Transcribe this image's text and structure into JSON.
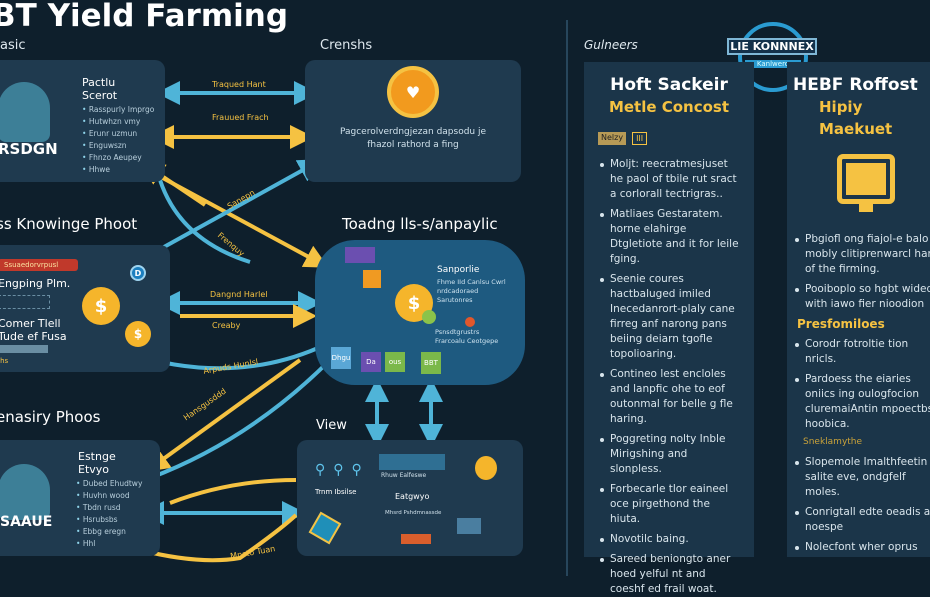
{
  "title": "BT Yield Farming",
  "sections": {
    "top_left": "asic",
    "top_mid": "Crenshs",
    "mid_left": "ss Knowinge Phoot",
    "mid_center": "Toadng lls-s/anpaylic",
    "bottom_left": "enasiry Phoos",
    "bottom_center": "View",
    "right": "Gulneers"
  },
  "panel_a": {
    "title": "Pactlu Scerot",
    "items": [
      "Rasspurly Imprgo",
      "Hutwhzn vmy",
      "Erunr uzmun",
      "Enguwszn",
      "Fhnzo Aeupey",
      "Hhwe"
    ],
    "badge": "RSDGN"
  },
  "panel_b": {
    "text": "Pagcerolverdngjezan dapsodu je fhazol rathord a fing"
  },
  "panel_c": {
    "tag": "Ssuaedorvrpusl",
    "line1": "Engping Plm.",
    "line2": "Comer Tlell",
    "line3": "Tude ef Fusa",
    "foot": "Ihs"
  },
  "panel_d": {
    "heading": "Sanporlie",
    "text1": "Fhme IId Canlsu Cwrl nrdcadoraed Sarutonres",
    "text2": "Psnsdtgrustrs Frarcoalu Ceotgepe",
    "chips": [
      "Dhgu",
      "Da",
      "ous",
      "BBT"
    ]
  },
  "panel_e": {
    "title": "Estnge Etvyo",
    "items": [
      "Dubed Ehudtwy",
      "Huvhn wood",
      "Tbdn rusd",
      "Hsrubsbs",
      "Ebbg eregn",
      "Hhl"
    ],
    "badge": "SAAUE"
  },
  "panel_f": {
    "caption1": "Trnm Ibsilse",
    "caption2": "Eatgwyo",
    "caption3": "Rhuw Ealfeswe",
    "caption4": "Mhsrd Pshdmnassde"
  },
  "arrow_labels": [
    "Traqued Hant",
    "Frauued Frach",
    "Sanepn",
    "Frenquy",
    "Dangnd Harlel",
    "Creaby",
    "Arpuds Hunlsl",
    "Hansgusddd",
    "Mnsto Tuan"
  ],
  "logo": {
    "text": "LIE KONNNEX",
    "sub": "Kanlwero"
  },
  "column_left": {
    "title": "Hoft Sackeir",
    "subtitle": "Metle Concost",
    "tags": [
      "Nelzy",
      "III"
    ],
    "bullets": [
      "Moljt: reecratmesjuset he paol of tbile rut sract a corlorall tectrigras..",
      "Matliaes Gestaratem. horne elahirge Dtgletiote and it for leile fging.",
      "Seenie coures hactbaluged imiled Inecedanrort-plaly cane firreg anf narong pans beiing deiarn tgofle topolioaring.",
      "Contineo lest encloles and lanpfic ohe to eof outonmal for belle g fle haring.",
      "Poggreting nolty Inble Mirigshing and slonpless.",
      "Forbecarle tlor eaineel oce pirgethond the hiuta.",
      "Novotilc baing.",
      "Sareed beniongto aner hoed yelful nt and coeshf ed frail woat."
    ]
  },
  "column_right": {
    "title": "HEBF Roffost",
    "subtitle": "Hipiy Maekuet",
    "bullets": [
      "Pbgiofl ong fiajol-e balo mobly clitiprenwarcl har of the firming.",
      "Pooiboplo so hgbt wided with iawo fier nioodion"
    ],
    "subhead": "Presfomiloes",
    "bullets2": [
      "Corodr fotroltie tion nricls.",
      "Pardoess the eiaries oniics ing oulogfocion cluremaiAntin mpoectbs hoobica."
    ],
    "subhead2": "Sneklamythe",
    "bullets3": [
      "Slopemole Imalthfeetin salite eve, ondgfelf moles.",
      "Conrigtall edte oeadis ac noespe",
      "Nolecfont wher oprus orming eisaon"
    ]
  },
  "colors": {
    "background": "#0e1f2c",
    "panel": "#1f3a4f",
    "accent_yellow": "#f5c242",
    "accent_blue": "#4fb4d8",
    "blob": "#1e5a80"
  }
}
